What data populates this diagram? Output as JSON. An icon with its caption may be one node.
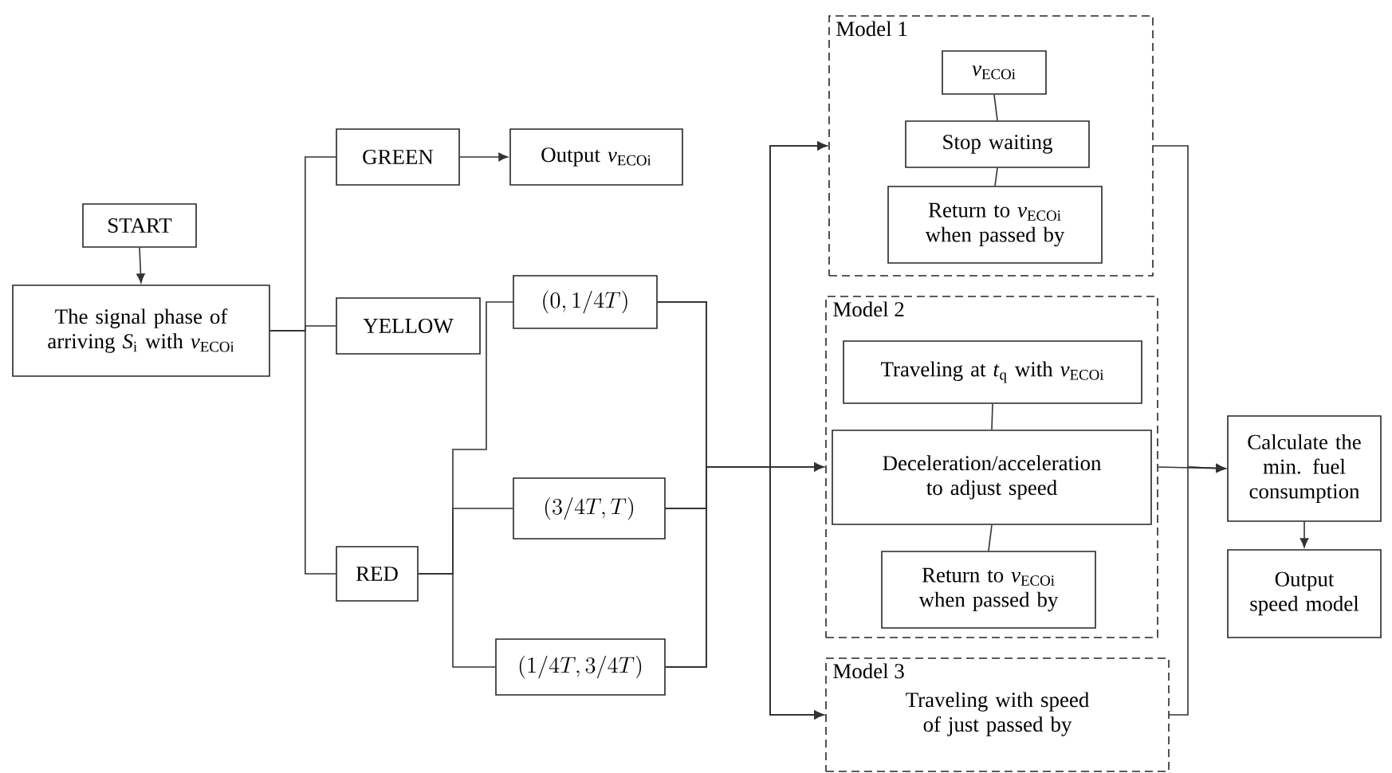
{
  "diagram": {
    "nodes": [
      {
        "text": [
          "START"
        ]
      },
      {
        "text": [
          "The signal phase of arriving *S*$_{i}$ with *v*$_{ECOi}$"
        ]
      },
      {
        "text": [
          "GREEN"
        ]
      },
      {
        "text": [
          "Output *v*$_{ECOi}$"
        ]
      },
      {
        "text": [
          "YELLOW"
        ]
      },
      {
        "text": [
          "RED"
        ]
      },
      {
        "text": [
          "(0,1/4T)"
        ]
      },
      {
        "text": [
          "(3/4T,T)"
        ]
      },
      {
        "text": [
          "(1/4T,3/4T)"
        ]
      },
      {
        "text": [
          "Model 1"
        ]
      },
      {
        "text": [
          "*v*$_{ECOi}$"
        ],
        "in": 9
      },
      {
        "text": [
          "Stop waiting"
        ],
        "in": 9
      },
      {
        "text": [
          "Return to *v*$_{ECOi}$ when passed by"
        ],
        "in": 9
      },
      {
        "text": [
          "Model 2"
        ]
      },
      {
        "text": [
          "Traveling at *t*$_{q}$ with *v*$_{ECOi}$"
        ],
        "in": 13
      },
      {
        "text": [
          "Deceleration/acceleration to adjust speed"
        ],
        "in": 13
      },
      {
        "text": [
          "Return to *v*$_{ECOi}$ when passed by"
        ],
        "in": 13
      },
      {
        "text": [
          "Model 3",
          "Traveling with speed of just passed by"
        ]
      },
      {
        "text": [
          "Calculate the min. fuel consumption"
        ]
      },
      {
        "text": [
          "Output speed model"
        ]
      }
    ],
    "edges": [
      {
        "from": 0,
        "to": 1,
        "arrow": "to"
      },
      {
        "from": 1,
        "to": 2,
        "arrow": "none"
      },
      {
        "from": 1,
        "to": 4,
        "arrow": "none"
      },
      {
        "from": 1,
        "to": 5,
        "arrow": "none"
      },
      {
        "from": 2,
        "to": 3,
        "arrow": "to"
      },
      {
        "from": 5,
        "to": 6,
        "arrow": "none"
      },
      {
        "from": 5,
        "to": 7,
        "arrow": "none"
      },
      {
        "from": 5,
        "to": 8,
        "arrow": "none"
      },
      {
        "from": 6,
        "to": 9,
        "arrow": "to"
      },
      {
        "from": 6,
        "to": 13,
        "arrow": "to"
      },
      {
        "from": 6,
        "to": 17,
        "arrow": "to"
      },
      {
        "from": 7,
        "to": 9,
        "arrow": "to"
      },
      {
        "from": 7,
        "to": 13,
        "arrow": "to"
      },
      {
        "from": 7,
        "to": 17,
        "arrow": "to"
      },
      {
        "from": 8,
        "to": 9,
        "arrow": "to"
      },
      {
        "from": 8,
        "to": 13,
        "arrow": "to"
      },
      {
        "from": 8,
        "to": 17,
        "arrow": "to"
      },
      {
        "from": 10,
        "to": 11,
        "arrow": "none"
      },
      {
        "from": 11,
        "to": 12,
        "arrow": "none"
      },
      {
        "from": 14,
        "to": 15,
        "arrow": "none"
      },
      {
        "from": 15,
        "to": 16,
        "arrow": "none"
      },
      {
        "from": 9,
        "to": 18,
        "arrow": "to"
      },
      {
        "from": 13,
        "to": 18,
        "arrow": "to"
      },
      {
        "from": 17,
        "to": 18,
        "arrow": "to"
      },
      {
        "from": 18,
        "to": 19,
        "arrow": "to"
      }
    ]
  }
}
